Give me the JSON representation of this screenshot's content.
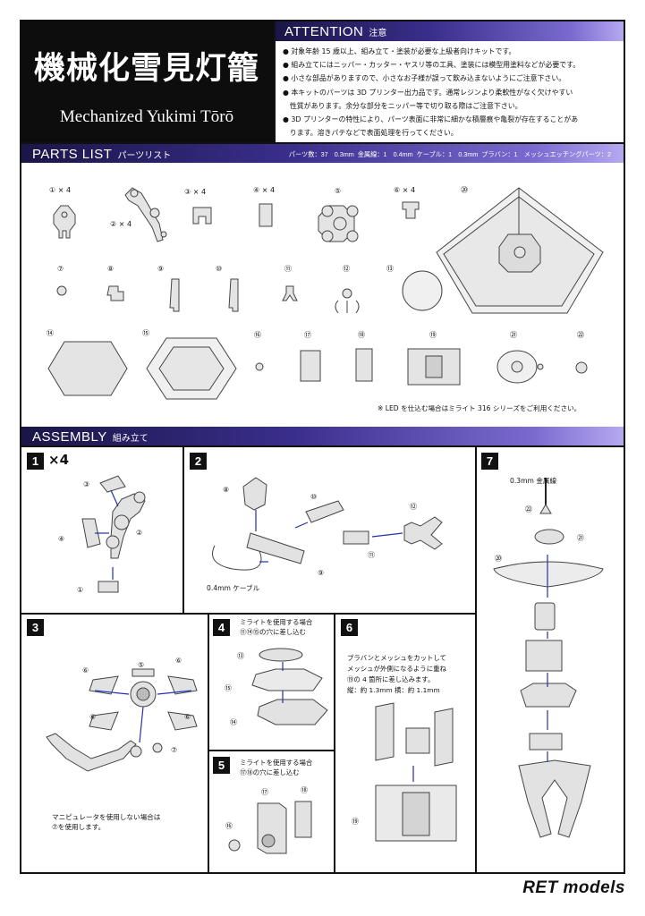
{
  "title": {
    "jp": "機械化雪見灯籠",
    "en": "Mechanized Yukimi Tōrō"
  },
  "attention": {
    "heading": "ATTENTION",
    "heading_jp": "注意",
    "lines": [
      "● 対象年齢 15 歳以上、組み立て・塗装が必要な上級者向けキットです。",
      "● 組み立てにはニッパー・カッター・ヤスリ等の工具、塗装には模型用塗料などが必要です。",
      "● 小さな部品がありますので、小さなお子様が誤って飲み込まないようにご注意下さい。",
      "● 本キットのパーツは 3D プリンター出力品です。通常レジンより柔軟性がなく欠けやすい",
      "　性質があります。余分な部分をニッパー等で切り取る際はご注意下さい。",
      "● 3D プリンターの特性により、パーツ表面に非常に細かな積層痕や亀裂が存在することがあ",
      "　ります。溶きパテなどで表面処理を行ってください。"
    ]
  },
  "parts_list": {
    "heading": "PARTS LIST",
    "heading_jp": "パーツリスト",
    "stats": "パーツ数：37　0.3mm 金属線：1　0.4mm ケーブル：1　0.3mm プラバン：1　メッシュエッチングパーツ：2",
    "labels": {
      "p1": "① × 4",
      "p2": "② × 4",
      "p3": "③ × 4",
      "p4": "④ × 4",
      "p5": "⑤",
      "p6": "⑥ × 4",
      "p7": "⑦",
      "p8": "⑧",
      "p9": "⑨",
      "p10": "⑩",
      "p11": "⑪",
      "p12": "⑫",
      "p13": "⑬",
      "p14": "⑭",
      "p15": "⑮",
      "p16": "⑯",
      "p17": "⑰",
      "p18": "⑱",
      "p19": "⑲",
      "p20": "⑳",
      "p21": "㉑",
      "p22": "㉒"
    },
    "led_note": "※ LED を仕込む場合はミライト 316 シリーズをご利用ください。"
  },
  "assembly": {
    "heading": "ASSEMBLY",
    "heading_jp": "組み立て",
    "step1": {
      "num": "1",
      "mult": "×4",
      "labels": [
        "③",
        "④",
        "②",
        "①"
      ]
    },
    "step2": {
      "num": "2",
      "labels": [
        "⑧",
        "⑩",
        "⑫",
        "⑨",
        "⑪"
      ],
      "cable": "0.4mm ケーブル"
    },
    "step3": {
      "num": "3",
      "labels": [
        "⑥",
        "⑤",
        "⑥",
        "⑥",
        "⑥",
        "⑦"
      ],
      "note": [
        "マニピュレータを使用しない場合は",
        "⑦を使用します。"
      ]
    },
    "step4": {
      "num": "4",
      "note": [
        "ミライトを使用する場合",
        "⑪⑭⑮の穴に差し込む"
      ],
      "labels": [
        "⑬",
        "⑮",
        "⑭"
      ]
    },
    "step5": {
      "num": "5",
      "note": [
        "ミライトを使用する場合",
        "⑰⑱の穴に差し込む"
      ],
      "labels": [
        "⑰",
        "⑱",
        "⑯"
      ]
    },
    "step6": {
      "num": "6",
      "note": [
        "プラバンとメッシュをカットして",
        "メッシュが外側になるように重ね",
        "⑲の 4 箇所に差し込みます。",
        "縦：約 1.3mm  横：約 1.1mm"
      ],
      "labels": [
        "⑲"
      ]
    },
    "step7": {
      "num": "7",
      "wire": "0.3mm 金属線",
      "labels": [
        "㉒",
        "㉑",
        "⑳"
      ]
    }
  },
  "brand": "RET models"
}
